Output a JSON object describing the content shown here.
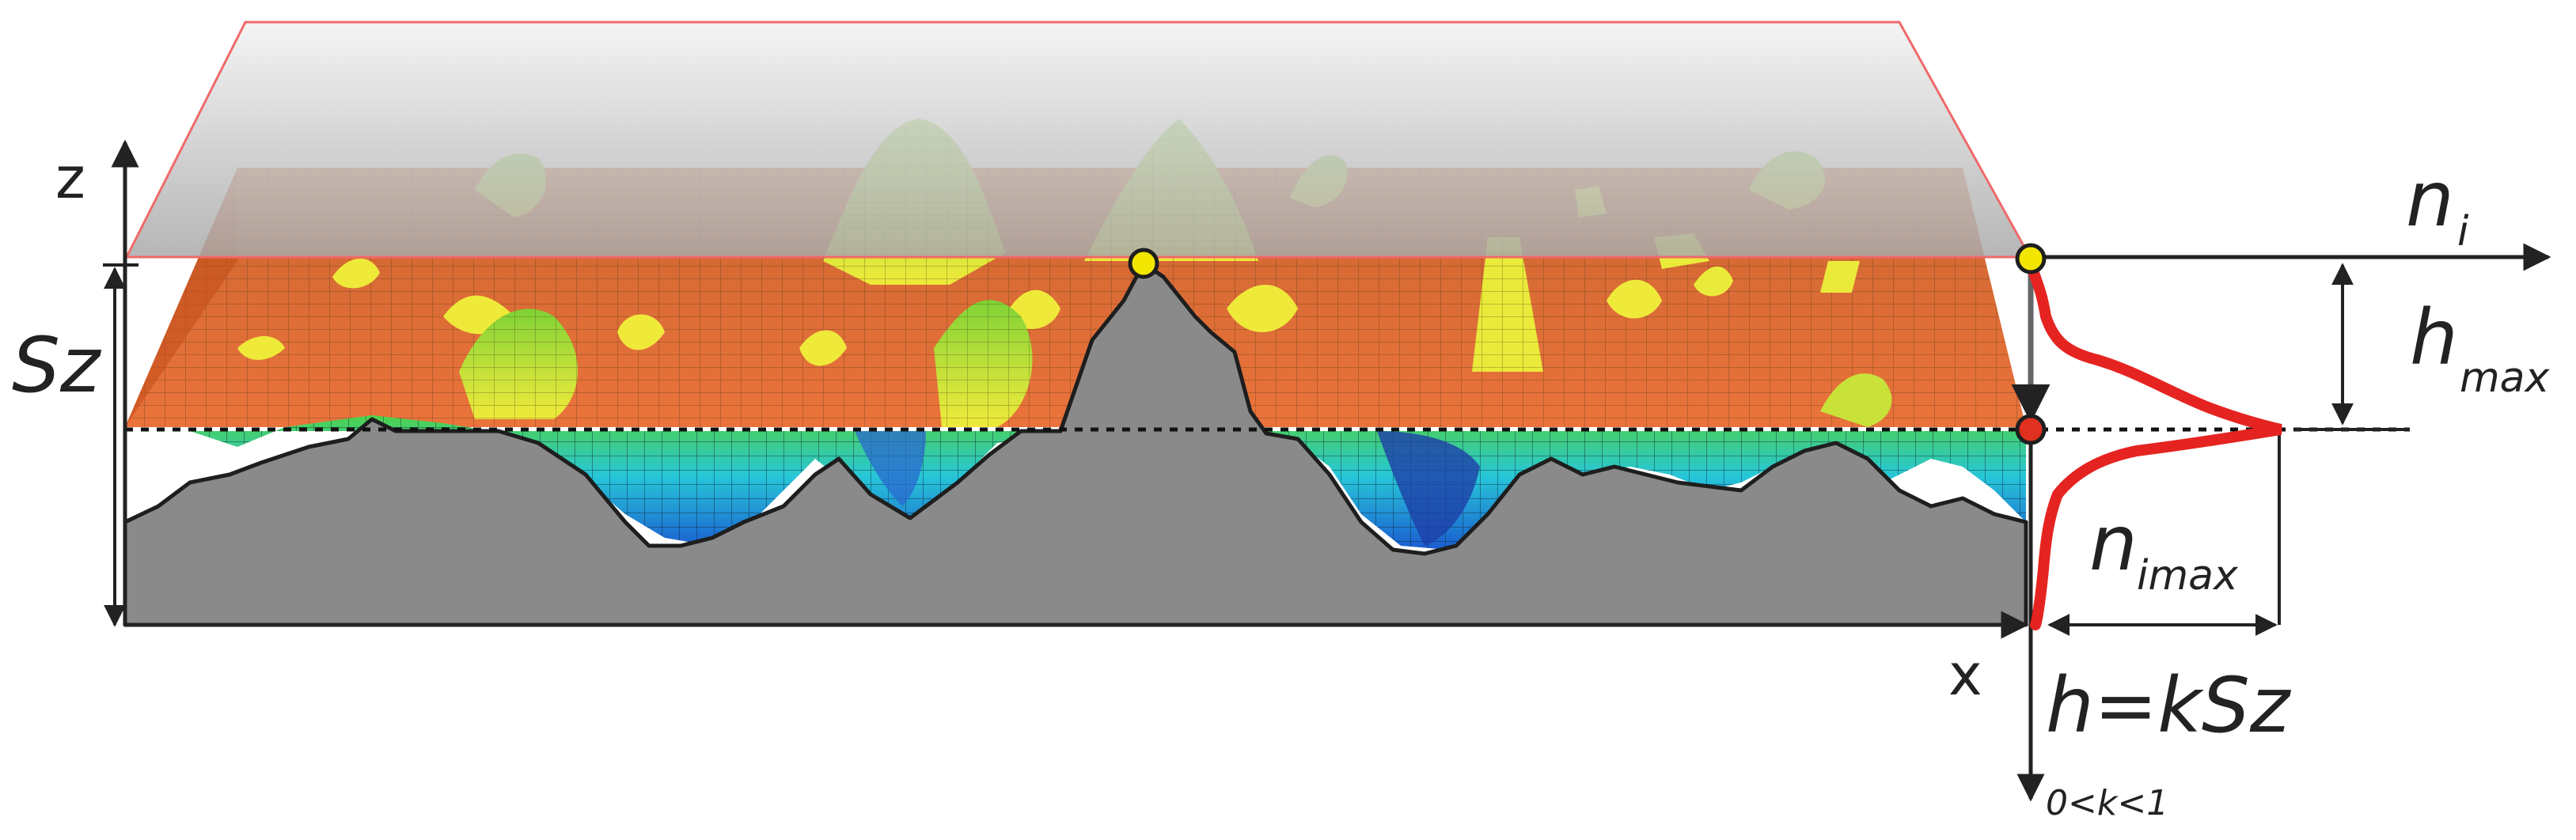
{
  "labels": {
    "z_axis": "z",
    "x_axis": "x",
    "sz": "Sz",
    "n_i_main": "n",
    "n_i_sub": "i",
    "h_max_main": "h",
    "h_max_sub": "max",
    "n_imax_main": "n",
    "n_imax_sub": "imax",
    "h_formula": "h=kSz",
    "k_condition": "0<k<1"
  },
  "colors": {
    "profile_fill": "#8a8a8a",
    "distribution_curve": "#e52421",
    "top_plane": "#d0d0d0",
    "top_plane_edge": "#f06a6a",
    "cut_plane": "#e4541c",
    "peak_marker": "#f2e600",
    "cut_marker": "#e03020",
    "axis": "#222222"
  },
  "icons": {
    "peak_point": "yellow-circle-marker",
    "curve_peak_point": "yellow-circle-marker",
    "cut_point": "red-circle-marker"
  }
}
